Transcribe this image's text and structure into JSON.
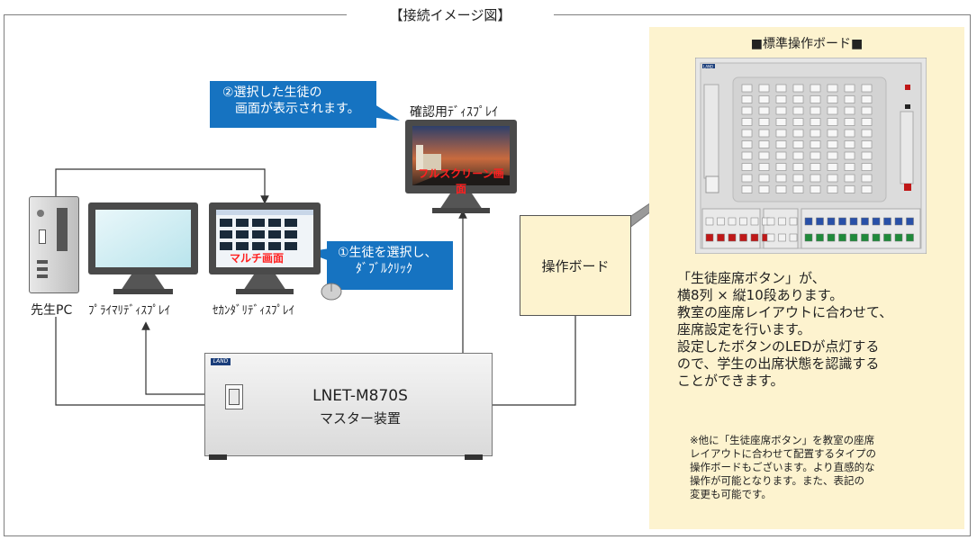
{
  "frame_title": "【接続イメージ図】",
  "callout_top": {
    "line1": "②選択した生徒の",
    "line2": "画面が表示されます。"
  },
  "callout_mid": {
    "line1": "①生徒を選択し、",
    "line2": "ﾀﾞﾌﾞﾙｸﾘｯｸ"
  },
  "confirm_display": {
    "label": "確認用ﾃﾞｨｽﾌﾟﾚｲ",
    "screen_text": "フルスクリーン画面"
  },
  "secondary_display": {
    "label": "ｾｶﾝﾀﾞﾘﾃﾞｨｽﾌﾟﾚｲ",
    "screen_text": "マルチ画面"
  },
  "primary_display": {
    "label": "ﾌﾟﾗｲﾏﾘﾃﾞｨｽﾌﾟﾚｲ"
  },
  "teacher_pc": {
    "label": "先生PC"
  },
  "operation_board": {
    "label": "操作ボード"
  },
  "master": {
    "brand": "LAND",
    "model": "LNET-M870S",
    "name": "マスター装置"
  },
  "board_panel": {
    "title": "■標準操作ボード■",
    "brand": "LAND",
    "description": [
      "「生徒座席ボタン」が、",
      "横8列 × 縦10段あります。",
      "教室の座席レイアウトに合わせて、",
      "座席設定を行います。",
      "設定したボタンのLEDが点灯する",
      "ので、学生の出席状態を認識する",
      "ことができます。"
    ],
    "note": [
      "※他に「生徒座席ボタン」を教室の座席",
      "レイアウトに合わせて配置するタイプの",
      "操作ボードもございます。より直感的な",
      "操作が可能となります。また、表記の",
      "変更も可能です。"
    ]
  },
  "colors": {
    "callout": "#1673c1",
    "panel": "#fdf3cf",
    "red_text": "#ff2020"
  }
}
